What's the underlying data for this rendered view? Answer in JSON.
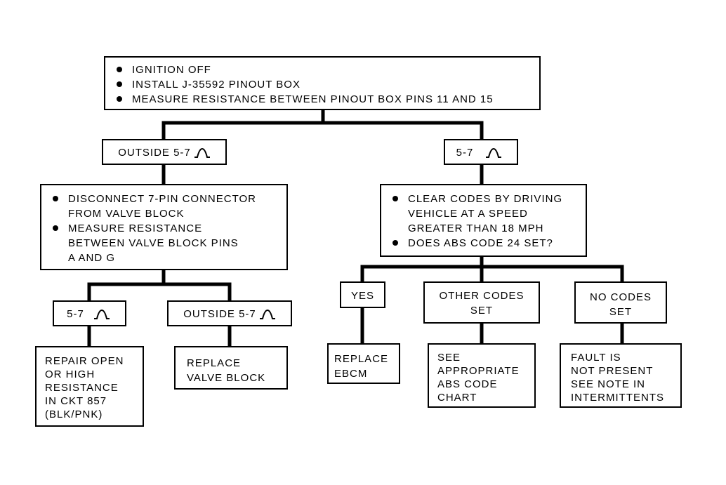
{
  "start": {
    "bullets": [
      "IGNITION OFF",
      "INSTALL J-35592 PINOUT BOX",
      "MEASURE RESISTANCE BETWEEN PINOUT BOX PINS 11 AND 15"
    ]
  },
  "left_result": {
    "label": "OUTSIDE 5-7",
    "icon": "ohm-symbol-icon"
  },
  "right_result": {
    "label": "5-7",
    "icon": "ohm-symbol-icon"
  },
  "left_step": {
    "bullets": [
      [
        "DISCONNECT 7-PIN CONNECTOR",
        "FROM VALVE BLOCK"
      ],
      [
        "MEASURE RESISTANCE",
        "BETWEEN VALVE BLOCK PINS",
        "A AND G"
      ]
    ]
  },
  "right_step": {
    "bullets": [
      [
        "CLEAR CODES BY DRIVING",
        "VEHICLE AT A SPEED",
        "GREATER THAN 18 MPH"
      ],
      [
        "DOES ABS CODE 24 SET?"
      ]
    ]
  },
  "ll_result": {
    "label": "5-7"
  },
  "lr_result": {
    "label": "OUTSIDE 5-7"
  },
  "yes": {
    "label": "YES"
  },
  "other_codes": {
    "lines": [
      "OTHER CODES",
      "SET"
    ]
  },
  "no_codes": {
    "lines": [
      "NO CODES",
      "SET"
    ]
  },
  "repair": {
    "lines": [
      "REPAIR OPEN",
      "OR HIGH",
      "RESISTANCE",
      "IN CKT 857",
      "(BLK/PNK)"
    ]
  },
  "replace_valve": {
    "lines": [
      "REPLACE",
      "VALVE BLOCK"
    ]
  },
  "replace_ebcm": {
    "lines": [
      "REPLACE",
      "EBCM"
    ]
  },
  "see_chart": {
    "lines": [
      "SEE",
      "APPROPRIATE",
      "ABS CODE",
      "CHART"
    ]
  },
  "fault": {
    "lines": [
      "FAULT IS",
      "NOT PRESENT",
      "SEE NOTE IN",
      "INTERMITTENTS"
    ]
  }
}
